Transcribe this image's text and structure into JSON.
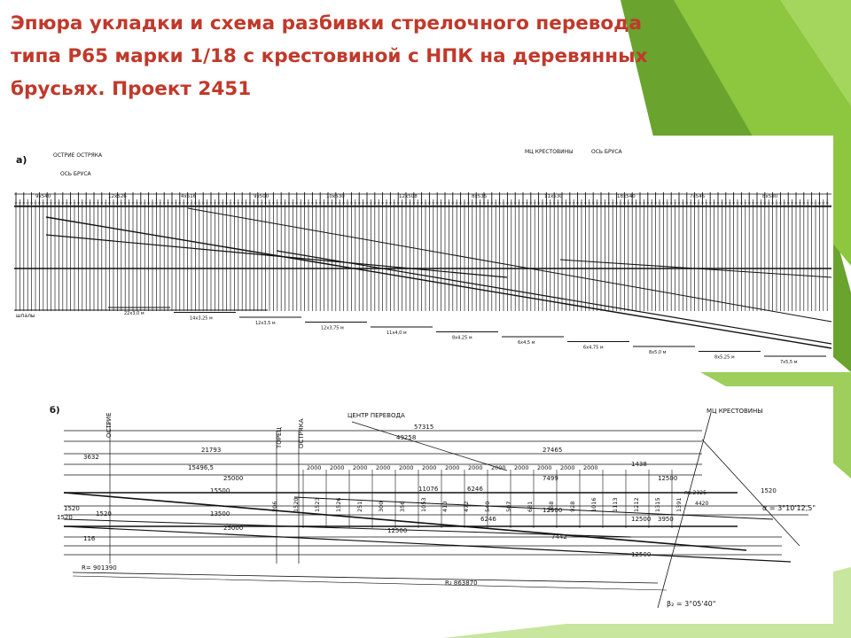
{
  "slide": {
    "title": "Эпюра укладки и схема разбивки стрелочного перевода типа Р65 марки 1/18 с крестовиной с НПК на деревянных брусьях. Проект 2451",
    "accent_colors": [
      "#8dc63f",
      "#6aa32e",
      "#a4d65e",
      "#c0392b"
    ]
  },
  "panel_a": {
    "label": "а)",
    "header_left_1": "ОСТРИЕ ОСТРЯКА",
    "header_left_2": "ОСЬ БРУСА",
    "header_right_1": "МЦ КРЕСТОВИНЫ",
    "header_right_2": "ОСЬ БРУСА",
    "sleepers_label": "шпалы",
    "spacing_labels": [
      "9х540",
      "12х526",
      "4х516",
      "9х500",
      "10х530",
      "12х508",
      "8х535",
      "11х530",
      "18х540",
      "7х545",
      "8х580"
    ],
    "brus_labels": [
      "22х3,0 м",
      "14х3,25 м",
      "12х3,5 м",
      "12х3,75 м",
      "11х4,0 м",
      "8х4,25 м",
      "6х4,5 м",
      "6х4,75 м",
      "8х5,0 м",
      "8х5,25 м",
      "7х5,5 м"
    ]
  },
  "panel_b": {
    "label": "б)",
    "vertical_labels": {
      "tip": "ОСТРИЕ",
      "end": "ТОРЕЦ",
      "point": "ОСТРЯКА"
    },
    "center_label": "ЦЕНТР ПЕРЕВОДА",
    "frog_label": "МЦ КРЕСТОВИНЫ",
    "dims": [
      "57315",
      "49258",
      "27465",
      "21793",
      "3632",
      "15496,5",
      "25000",
      "15500",
      "13500",
      "25000",
      "12500",
      "11076",
      "6246",
      "7499",
      "12500",
      "12500",
      "6246",
      "12500",
      "7442",
      "12500",
      "1438",
      "3950",
      "116",
      "1520",
      "1520",
      "1520",
      "1520"
    ],
    "chain": [
      "2000",
      "2000",
      "2000",
      "2000",
      "2000",
      "2000",
      "2000",
      "2000",
      "2000",
      "2000",
      "2000",
      "2000",
      "2000"
    ],
    "ordinates": [
      "206",
      "1520",
      "1523",
      "1526",
      "251",
      "300",
      "356",
      "1053",
      "410",
      "472",
      "540",
      "507",
      "681",
      "758",
      "928",
      "1016",
      "1113",
      "1212",
      "1315",
      "1391"
    ],
    "radius_1": "R= 901390",
    "radius_2": "R₂ 863870",
    "alpha": "α = 3°10'12,5\"",
    "beta": "β₂ = 3°05'40\"",
    "pr": "пр.2325",
    "pr2": "4420"
  }
}
